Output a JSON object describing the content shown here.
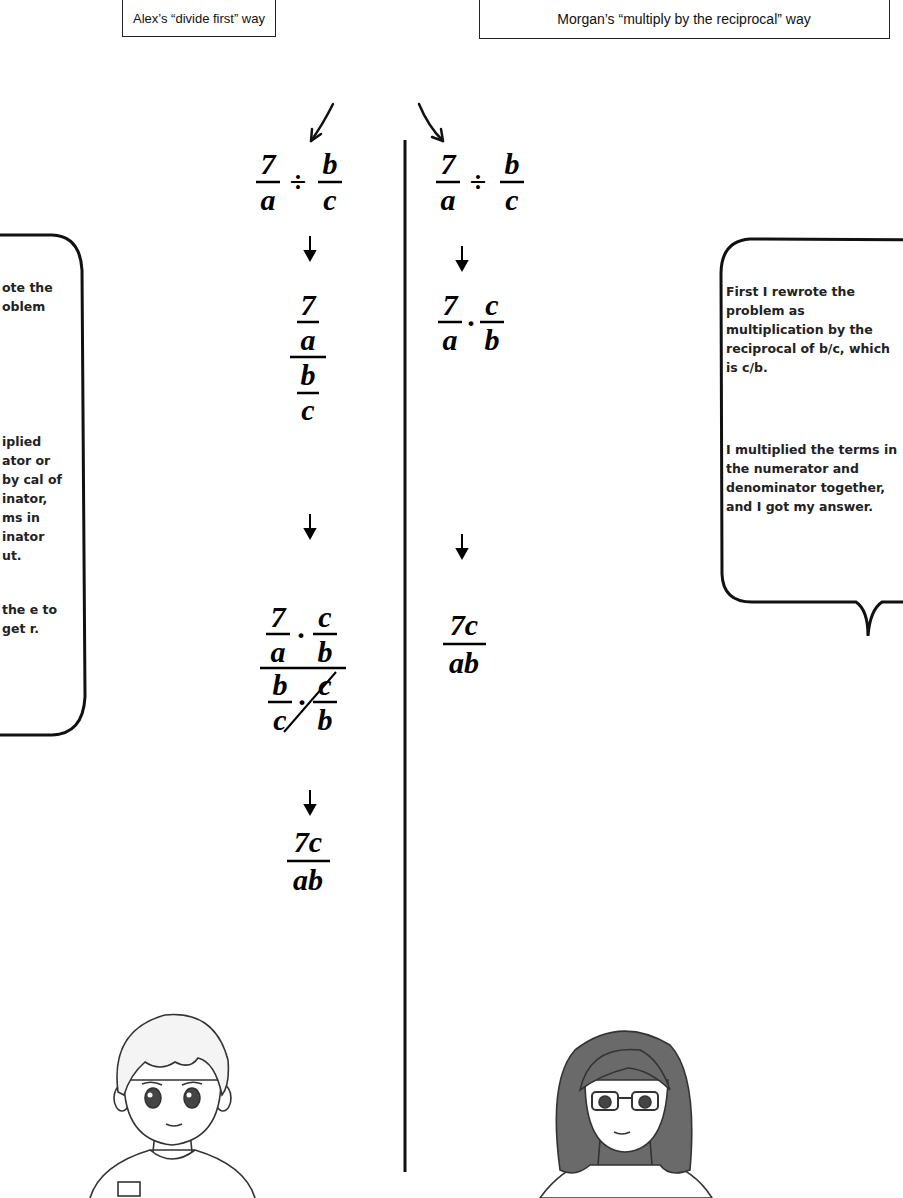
{
  "diagram": {
    "nodes": [
      {
        "text": [
          "Alex’s “divide first” way"
        ]
      },
      {
        "text": [
          "Morgan’s “multiply by the reciprocal” way"
        ]
      },
      {
        "text": [
          "ote the oblem",
          "iplied ator or by cal of inator, ms in inator ut.",
          "the e to get r."
        ]
      },
      {
        "text": [
          "First I rewrote the problem as multiplication by the reciprocal of b/c, which is c/b.",
          "I multiplied the terms in the numerator and denominator together, and I got my answer."
        ]
      }
    ],
    "labels": [
      "7",
      "a",
      "÷",
      "b",
      "c",
      "7",
      "a",
      "b",
      "c",
      "7",
      "a",
      "·",
      "c",
      "b",
      "b",
      "c",
      "·",
      "c",
      "b",
      "7c",
      "ab",
      "7",
      "a",
      "÷",
      "b",
      "c",
      "7",
      "a",
      "·",
      "c",
      "b",
      "7c",
      "ab"
    ]
  }
}
